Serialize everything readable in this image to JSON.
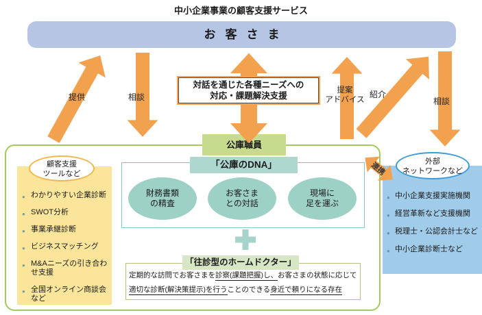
{
  "title": "中小企業事業の顧客支援サービス",
  "customer": {
    "label": "お客さま"
  },
  "arrows": {
    "provide": "提供",
    "consult_left": "相談",
    "proposal_line1": "提案",
    "proposal_line2": "アドバイス",
    "introduce": "紹介",
    "consult_right": "相談",
    "cooperation": "連携"
  },
  "dialog_box": {
    "line1": "対話を通じた各種ニーズへの",
    "line2": "対応・課題解決支援"
  },
  "staff": {
    "label": "公庫職員"
  },
  "dna": {
    "header": "「公庫のDNA」",
    "ellipse1_line1": "財務書類",
    "ellipse1_line2": "の精査",
    "ellipse2_line1": "お客さま",
    "ellipse2_line2": "との対話",
    "ellipse3_line1": "現場に",
    "ellipse3_line2": "足を運ぶ"
  },
  "home_doctor": {
    "header": "「往診型のホームドクター」",
    "seg1": "定期的な訪問でお客さまを",
    "seg2": "診察(課題把握)し、",
    "seg3": "お客さまの状態に応じて",
    "seg4": "適切な診断(解決策提示)を行う",
    "seg5": "ことのできる",
    "seg6": "身近で頼りになる存在"
  },
  "tools": {
    "oval_line1": "顧客支援",
    "oval_line2": "ツールなど",
    "items": [
      "わかりやすい企業診断",
      "SWOT分析",
      "事業承継診断",
      "ビジネスマッチング",
      "M&Aニーズの引き合わせ支援",
      "全国オンライン商談会など"
    ]
  },
  "network": {
    "oval_line1": "外部",
    "oval_line2": "ネットワークなど",
    "items": [
      "中小企業支援実施機関",
      "経営革新など支援機関",
      "税理士・公認会計士など",
      "中小企業診断士など"
    ]
  },
  "colors": {
    "arrow_orange": "#F2A24F",
    "customer_bar_blue": "#B7C5E5",
    "container_green_border": "#A5C95F",
    "staff_green": "#C6DB8E",
    "dna_header_teal": "#AED8CF",
    "dna_ellipse_teal": "#9ED1C5",
    "plus_teal": "#A7D4CA",
    "tools_yellow": "#FBE59A",
    "network_blue": "#A0CBE9",
    "doctor_header_green": "#D7E7C5"
  }
}
